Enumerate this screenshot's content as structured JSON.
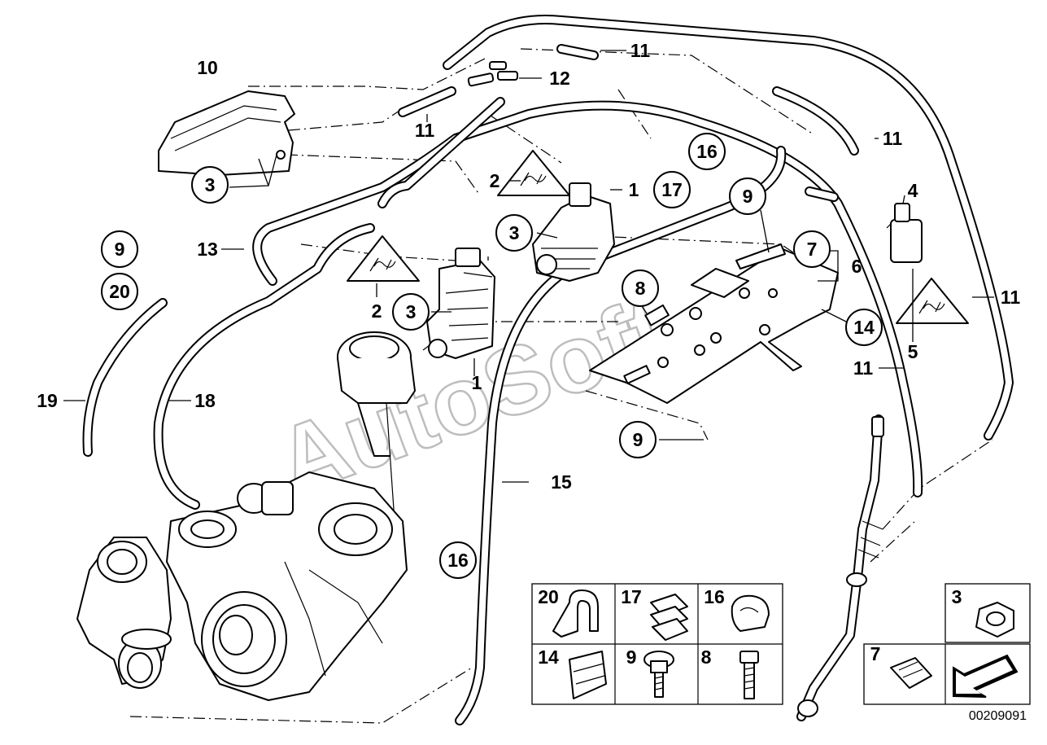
{
  "diagram": {
    "document_number": "00209091",
    "watermark": "AutoSoft",
    "callouts": {
      "c1_a": "1",
      "c1_b": "1",
      "c2_a": "2",
      "c2_b": "2",
      "c3_a": "3",
      "c3_b": "3",
      "c3_c": "3",
      "c4": "4",
      "c5": "5",
      "c6": "6",
      "c7": "7",
      "c8": "8",
      "c9_a": "9",
      "c9_b": "9",
      "c9_c": "9",
      "c10": "10",
      "c11_a": "11",
      "c11_b": "11",
      "c11_c": "11",
      "c11_d": "11",
      "c11_e": "11",
      "c12": "12",
      "c13": "13",
      "c14": "14",
      "c15": "15",
      "c16_a": "16",
      "c16_b": "16",
      "c17": "17",
      "c18": "18",
      "c19": "19",
      "c20": "20"
    },
    "inset_labels": {
      "i20": "20",
      "i17": "17",
      "i16": "16",
      "i14": "14",
      "i9": "9",
      "i8": "8",
      "i3": "3",
      "i7": "7"
    },
    "icons": [
      "vacuum-symbol-icon",
      "clamp-icon",
      "clip-icon",
      "hex-nut-icon",
      "bolt-icon",
      "direction-arrow-icon"
    ]
  }
}
